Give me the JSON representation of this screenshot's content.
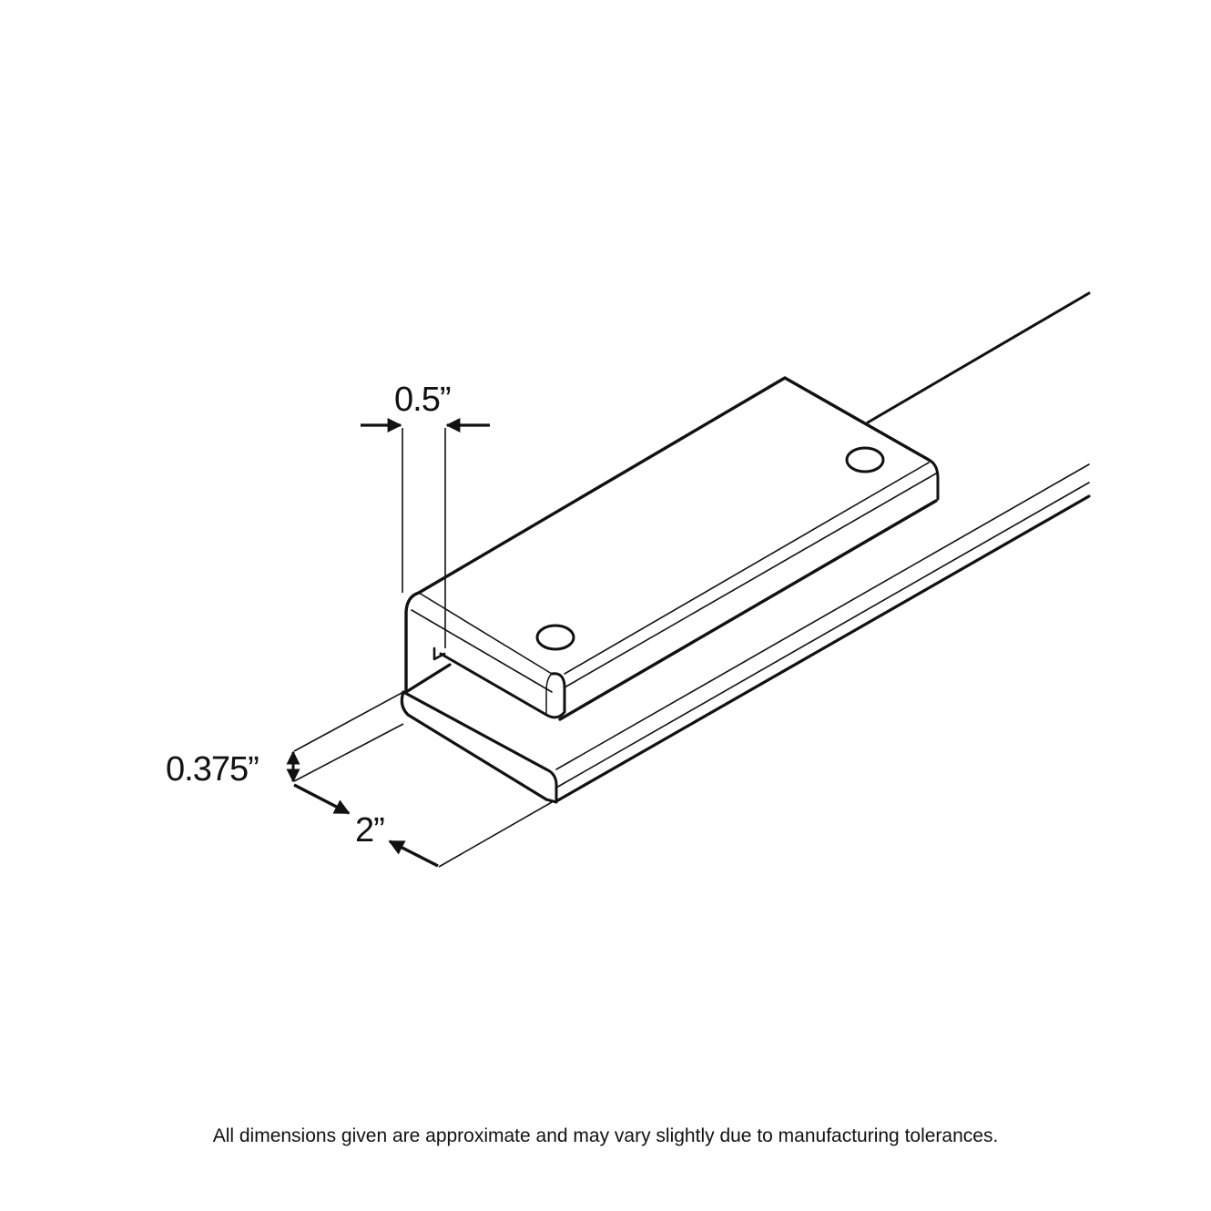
{
  "diagram": {
    "type": "isometric technical line drawing",
    "subject": "U-shaped clip / clamp plate over a flat bar with two holes",
    "stroke_color": "#111111",
    "background": "#ffffff",
    "dimensions": {
      "gap_width": {
        "label": "0.5”",
        "meaning": "opening / lip width"
      },
      "thickness": {
        "label": "0.375”",
        "meaning": "bar thickness"
      },
      "bar_width": {
        "label": "2”",
        "meaning": "bar width"
      }
    },
    "features": [
      "upper plate with two mounting holes",
      "bent U-channel lip",
      "lower flat bar",
      "cable/wire extending to upper right"
    ]
  },
  "footnote": "All dimensions given are approximate and may vary slightly due to manufacturing tolerances."
}
